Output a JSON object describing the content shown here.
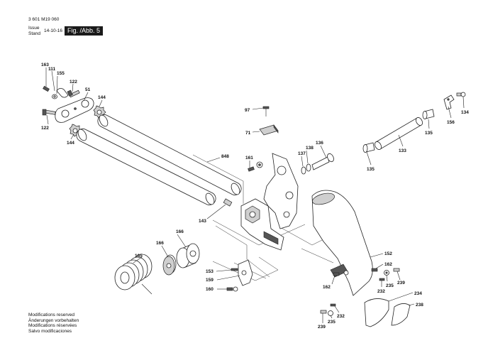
{
  "header": {
    "doc_number": "3 601 M19 060",
    "issue_label": "Issue",
    "stand_label": "Stand",
    "issue_date": "14-10-16",
    "figure": "Fig. /Abb. 5"
  },
  "footer": {
    "lines": [
      "Modifications reserved",
      "Änderungen vorbehalten",
      "Modifications réservées",
      "Salvo modificaciones"
    ]
  },
  "parts": [
    {
      "id": "163"
    },
    {
      "id": "111"
    },
    {
      "id": "155"
    },
    {
      "id": "122"
    },
    {
      "id": "51"
    },
    {
      "id": "144"
    },
    {
      "id": "122"
    },
    {
      "id": "144"
    },
    {
      "id": "848"
    },
    {
      "id": "143"
    },
    {
      "id": "97"
    },
    {
      "id": "71"
    },
    {
      "id": "161"
    },
    {
      "id": "137"
    },
    {
      "id": "138"
    },
    {
      "id": "136"
    },
    {
      "id": "135"
    },
    {
      "id": "133"
    },
    {
      "id": "135"
    },
    {
      "id": "134"
    },
    {
      "id": "156"
    },
    {
      "id": "166"
    },
    {
      "id": "166"
    },
    {
      "id": "165"
    },
    {
      "id": "153"
    },
    {
      "id": "159"
    },
    {
      "id": "160"
    },
    {
      "id": "152"
    },
    {
      "id": "162"
    },
    {
      "id": "162"
    },
    {
      "id": "235"
    },
    {
      "id": "239"
    },
    {
      "id": "232"
    },
    {
      "id": "234"
    },
    {
      "id": "238"
    },
    {
      "id": "232"
    },
    {
      "id": "235"
    },
    {
      "id": "239"
    }
  ]
}
